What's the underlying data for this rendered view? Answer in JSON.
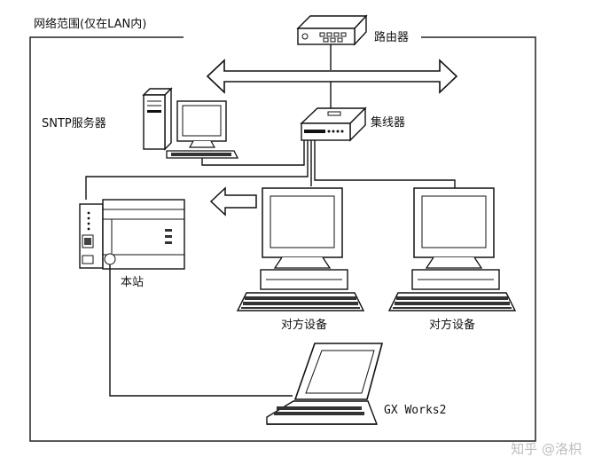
{
  "title": "网络范围(仅在LAN内)",
  "nodes": {
    "router": "路由器",
    "sntp_server": "SNTP服务器",
    "hub": "集线器",
    "station": "本站",
    "peer_device_1": "对方设备",
    "peer_device_2": "对方设备",
    "gx_works": "GX Works2"
  },
  "watermark": "知乎 @洛枳"
}
